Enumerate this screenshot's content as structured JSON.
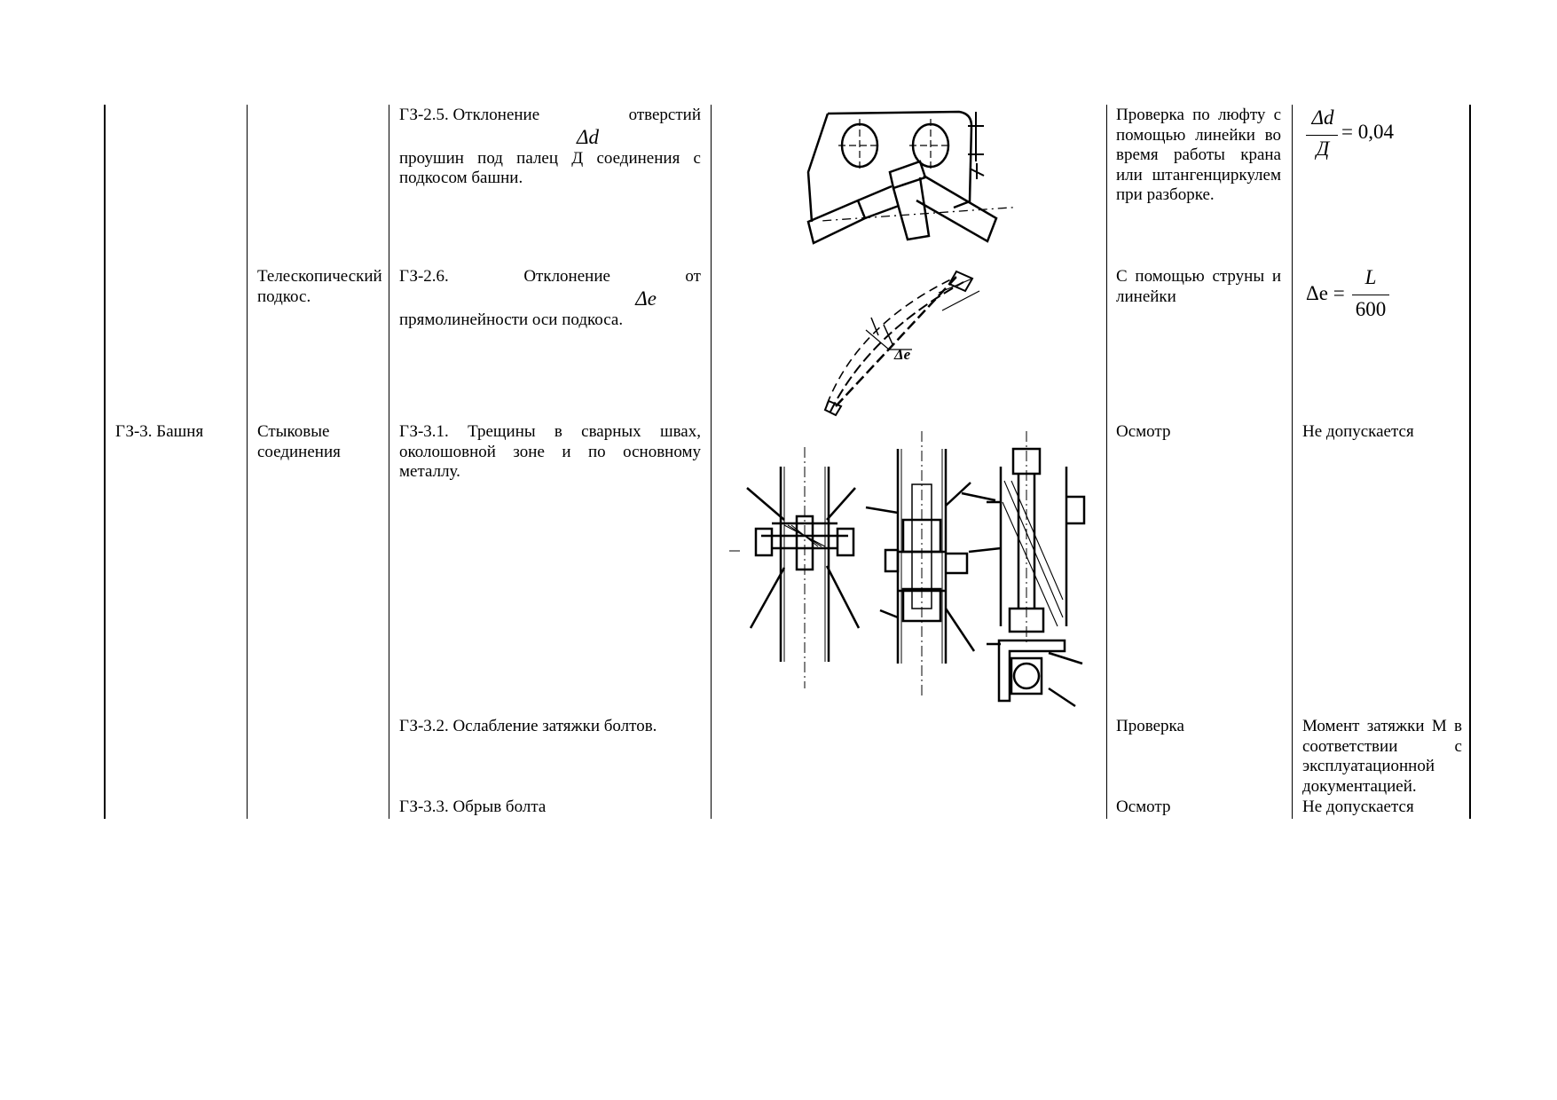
{
  "rows": [
    {
      "object": "",
      "element": "",
      "defect_line1_left": "ГЗ-2.5.  Отклонение",
      "defect_line1_right": "отверстий",
      "defect_symbol": "Δd",
      "defect_rest": "проушин под палец Д соединения с подкосом башни.",
      "method": "Проверка по люфту с помощью линейки во время работы крана или штангенциркулем при разборке.",
      "criterion": {
        "numerator": "Δd",
        "denominator": "Д",
        "equals": "= 0,04"
      }
    },
    {
      "object": "",
      "element": "Телескопический подкос.",
      "defect_line1_left": "ГЗ-2.6.",
      "defect_line1_mid": "Отклонение",
      "defect_line1_right": "от",
      "defect_symbol": "Δe",
      "defect_rest": "прямолинейности оси подкоса.",
      "method": "С помощью струны и линейки",
      "criterion": {
        "lhs": "Δe =",
        "numerator": "L",
        "denominator": "600"
      },
      "figure_label": "Δe"
    },
    {
      "object": "ГЗ-3. Башня",
      "element": "Стыковые соединения",
      "defect": "ГЗ-3.1. Трещины в сварных швах, околошовной зоне и по основному металлу.",
      "method": "Осмотр",
      "criterion": "Не допускается"
    },
    {
      "defect": "ГЗ-3.2. Ослабление затяжки болтов.",
      "method": "Проверка",
      "criterion": "Момент затяжки М в соответствии с эксплуатационной документацией."
    },
    {
      "defect": "ГЗ-3.3. Обрыв болта",
      "method": "Осмотр",
      "criterion": "Не допускается"
    }
  ]
}
